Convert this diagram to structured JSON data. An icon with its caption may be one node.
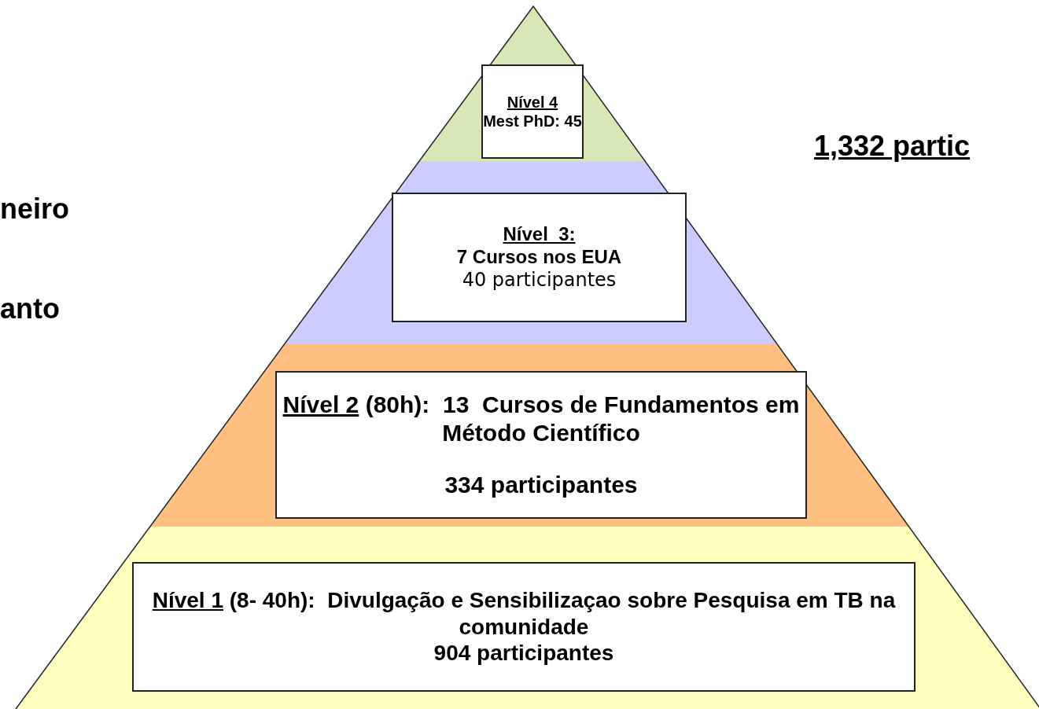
{
  "diagram": {
    "nodes": [
      {
        "text": [
          "Nível 4",
          "Mest PhD: 45"
        ]
      },
      {
        "text": [
          "Nível  3:",
          "7 Cursos nos EUA",
          "40 participantes"
        ]
      },
      {
        "text": [
          "Nível 2",
          "(80h):  13  Cursos de Fundamentos em Método Científico",
          "334 participantes"
        ]
      },
      {
        "text": [
          "Nível 1",
          "(8- 40h):  Divulgação e Sensibilizaçao sobre Pesquisa em TB na comunidade",
          "904 participantes"
        ]
      }
    ],
    "edges": [],
    "labels": [
      "neiro",
      "anto",
      "1,332 partic"
    ]
  }
}
